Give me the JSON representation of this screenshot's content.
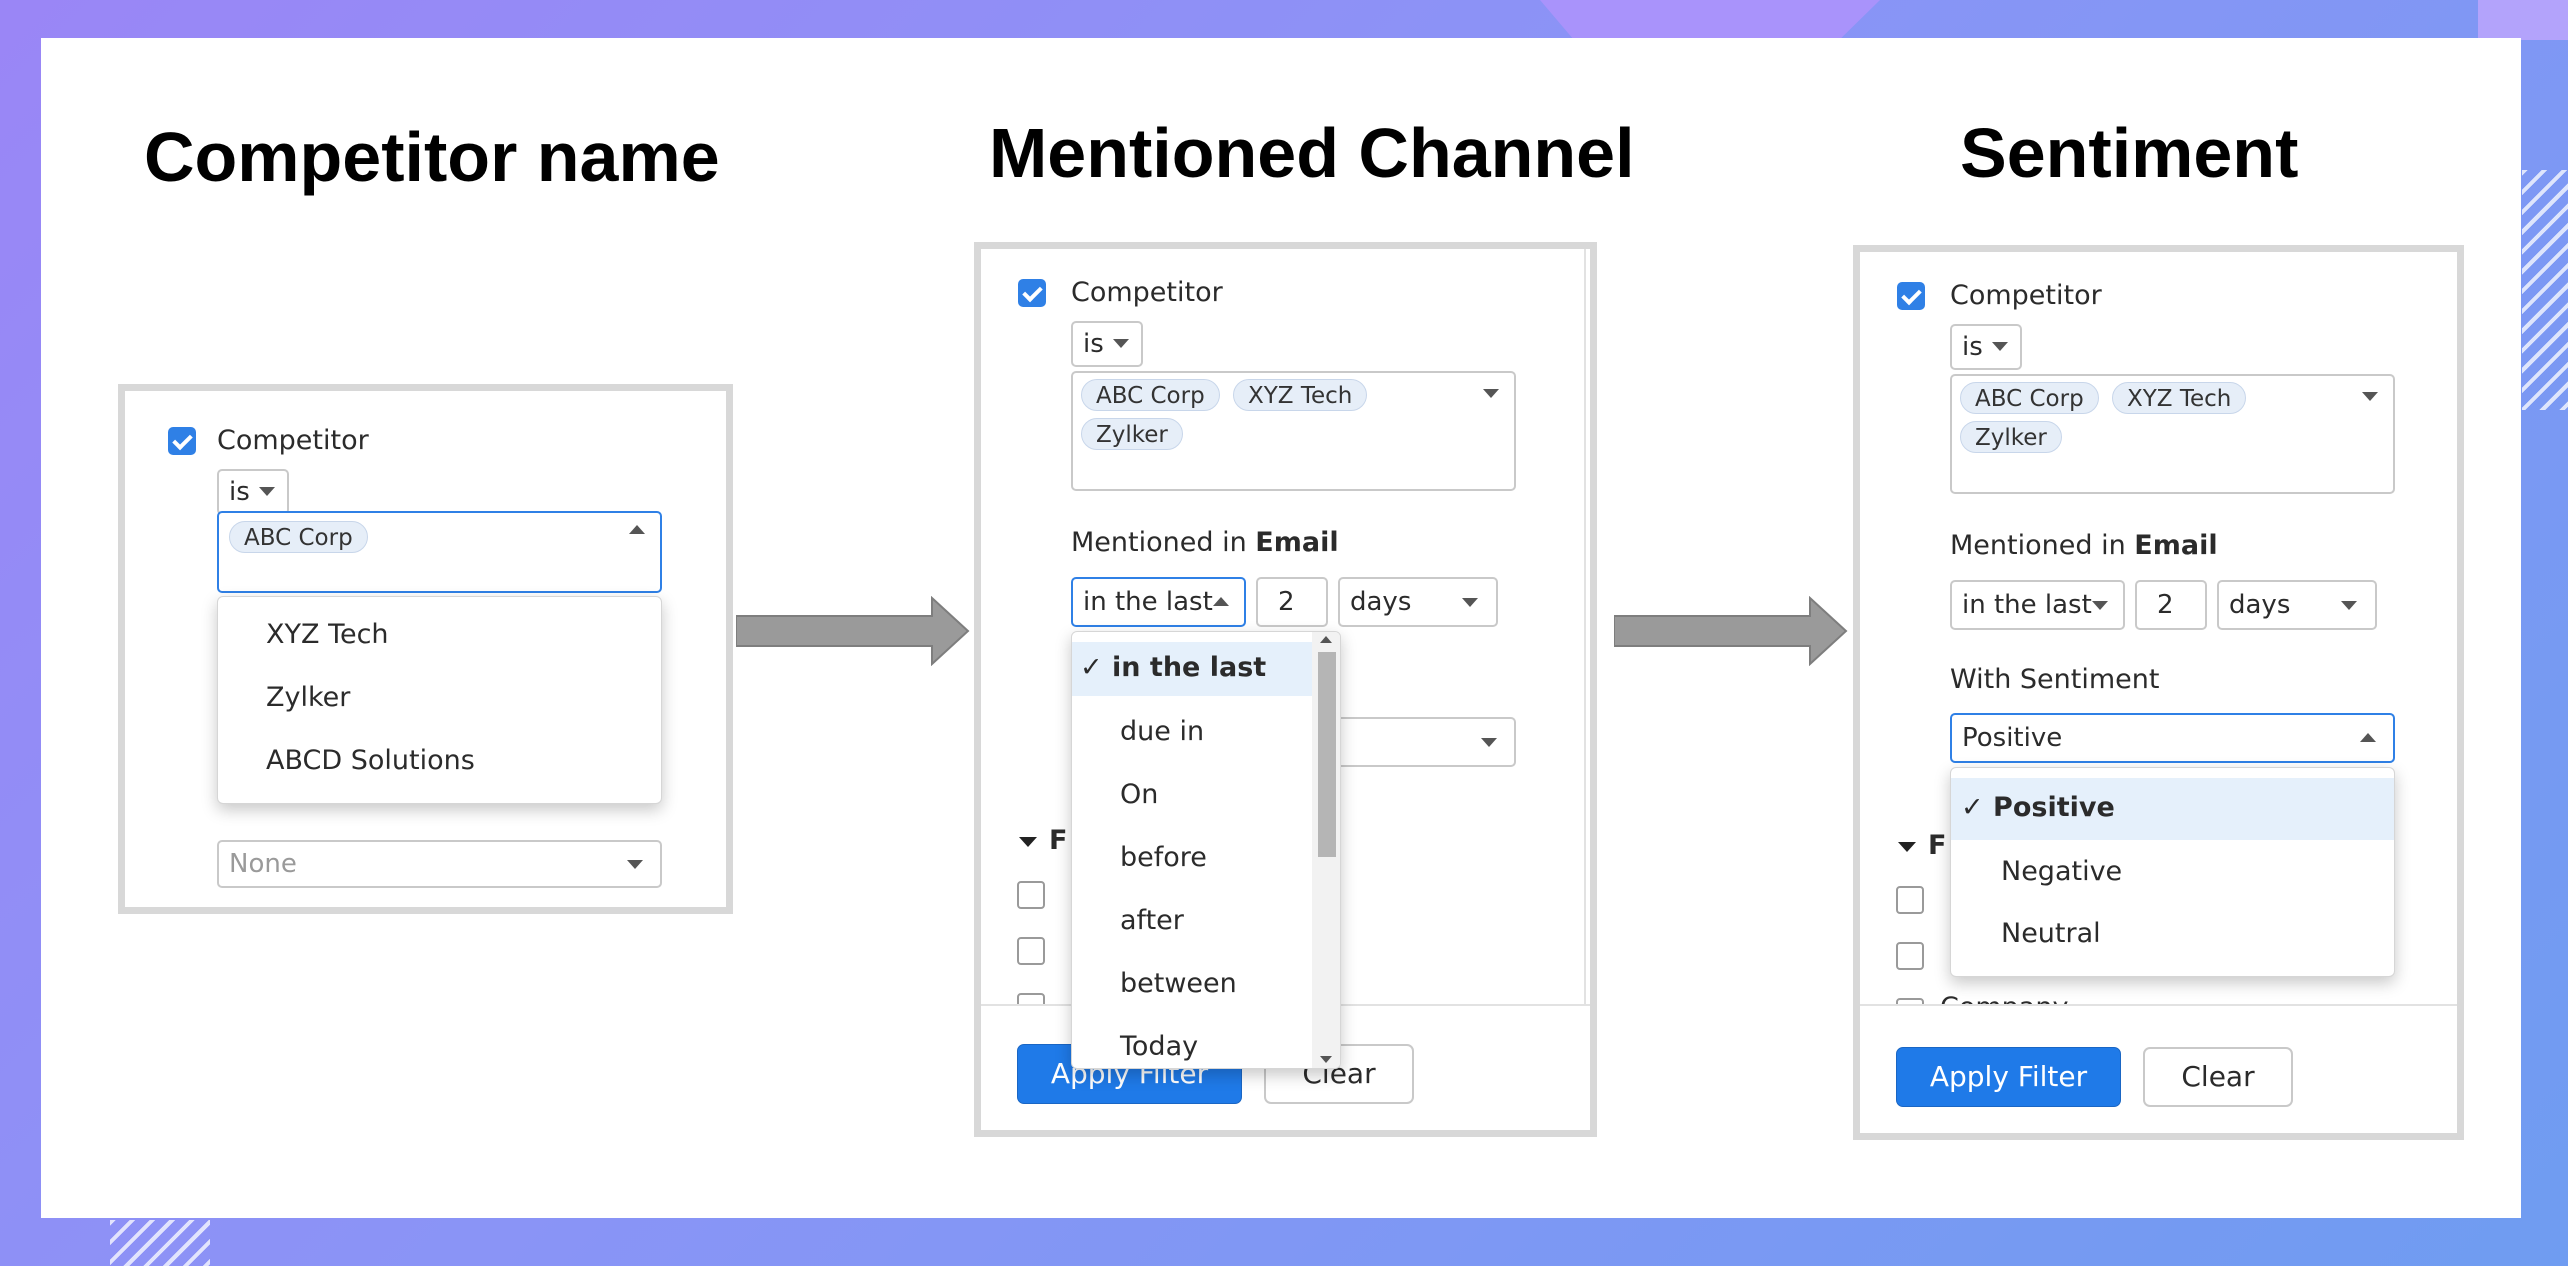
{
  "headings": {
    "competitor_name": "Competitor name",
    "mentioned_channel": "Mentioned Channel",
    "sentiment": "Sentiment"
  },
  "panel1": {
    "checkbox_label": "Competitor",
    "operator": "is",
    "tags": [
      "ABC Corp"
    ],
    "dropdown_options": [
      "XYZ Tech",
      "Zylker",
      "ABCD Solutions"
    ],
    "lower_select_placeholder": "None"
  },
  "panel2": {
    "checkbox_label": "Competitor",
    "operator": "is",
    "tags": [
      "ABC Corp",
      "XYZ Tech",
      "Zylker"
    ],
    "mentioned_prefix": "Mentioned in",
    "mentioned_channel": "Email",
    "time_operator": "in the last",
    "time_value": "2",
    "time_unit": "days",
    "time_operator_options": [
      "in the last",
      "due in",
      "On",
      "before",
      "after",
      "between",
      "Today"
    ],
    "selected_option": "in the last",
    "section_letter": "F",
    "apply_button": "Apply Filter",
    "clear_button": "Clear"
  },
  "panel3": {
    "checkbox_label": "Competitor",
    "operator": "is",
    "tags": [
      "ABC Corp",
      "XYZ Tech",
      "Zylker"
    ],
    "mentioned_prefix": "Mentioned in",
    "mentioned_channel": "Email",
    "time_operator": "in the last",
    "time_value": "2",
    "time_unit": "days",
    "sentiment_label": "With Sentiment",
    "sentiment_value": "Positive",
    "sentiment_options": [
      "Positive",
      "Negative",
      "Neutral"
    ],
    "selected_option": "Positive",
    "section_letter": "F",
    "partial_item": "Company",
    "apply_button": "Apply Filter",
    "clear_button": "Clear"
  },
  "colors": {
    "accent": "#1f7ae8",
    "checkbox": "#2f80e6",
    "selected_row": "#e5f0fb",
    "arrow": "#9a9a9a"
  }
}
